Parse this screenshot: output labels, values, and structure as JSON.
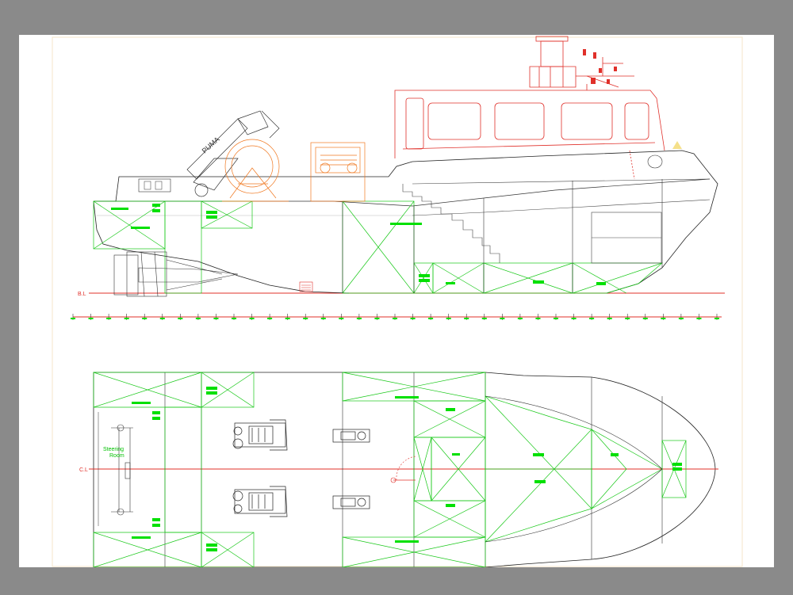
{
  "drawing": {
    "elevation": {
      "baseline_label": "B.L",
      "crane_label": "PUMA"
    },
    "plan": {
      "centerline_label": "C.L",
      "steering_room_label_line1": "Steering",
      "steering_room_label_line2": "Room"
    },
    "colors": {
      "background": "#8a8a8a",
      "sheet": "#ffffff",
      "hull_line": "#000000",
      "superstructure": "#e0302a",
      "compartment": "#18c818",
      "equipment_orange": "#f07820",
      "label_fill": "#00e000"
    },
    "frame_count": 37
  }
}
